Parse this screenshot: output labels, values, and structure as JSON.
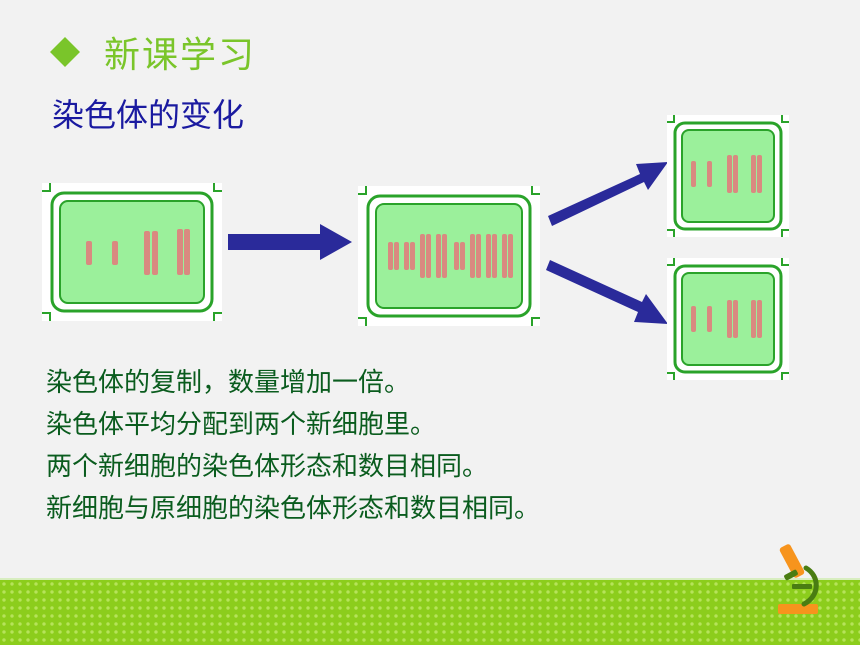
{
  "header": {
    "title": "新课学习",
    "icon": "diamond-bullet-icon",
    "title_color": "#7ac52a"
  },
  "subtitle": "染色体的变化",
  "diagram": {
    "cells": [
      {
        "name": "parent-cell",
        "chromosome_count": 4
      },
      {
        "name": "replicated-cell",
        "chromosome_count": 8
      },
      {
        "name": "daughter-cell-top",
        "chromosome_count": 4
      },
      {
        "name": "daughter-cell-bottom",
        "chromosome_count": 4
      }
    ],
    "colors": {
      "cell_fill": "#9bf09b",
      "cell_border": "#2aa32a",
      "chromosome": "#d98a80",
      "arrow": "#2a2a9a"
    }
  },
  "bullets": [
    "染色体的复制，数量增加一倍。",
    "染色体平均分配到两个新细胞里。",
    "两个新细胞的染色体形态和数目相同。",
    "新细胞与原细胞的染色体形态和数目相同。"
  ],
  "footer": {
    "icon": "microscope-icon",
    "band_color": "#8ccd1c"
  }
}
